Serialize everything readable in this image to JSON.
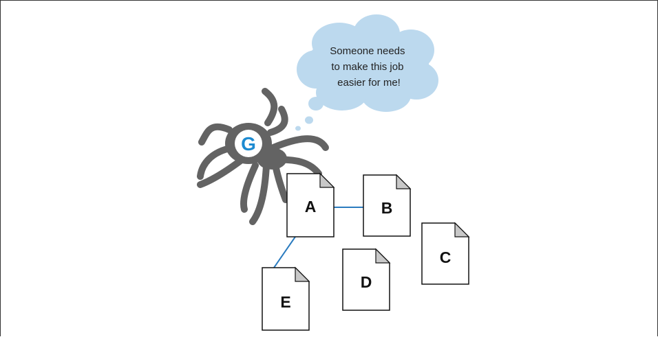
{
  "thought_bubble": {
    "lines": [
      "Someone needs",
      "to make this job",
      "easier for me!"
    ]
  },
  "documents": [
    {
      "id": "A",
      "label": "A"
    },
    {
      "id": "B",
      "label": "B"
    },
    {
      "id": "C",
      "label": "C"
    },
    {
      "id": "D",
      "label": "D"
    },
    {
      "id": "E",
      "label": "E"
    }
  ],
  "links": [
    {
      "from": "A",
      "to": "B"
    },
    {
      "from": "A",
      "to": "E"
    }
  ],
  "spider": {
    "logo_letter": "G"
  },
  "colors": {
    "link": "#2a7bbf",
    "cloud": "#bcd9ee",
    "spider": "#636363",
    "logo": "#1d8bd1",
    "doc_fold": "#c8c8c8"
  }
}
